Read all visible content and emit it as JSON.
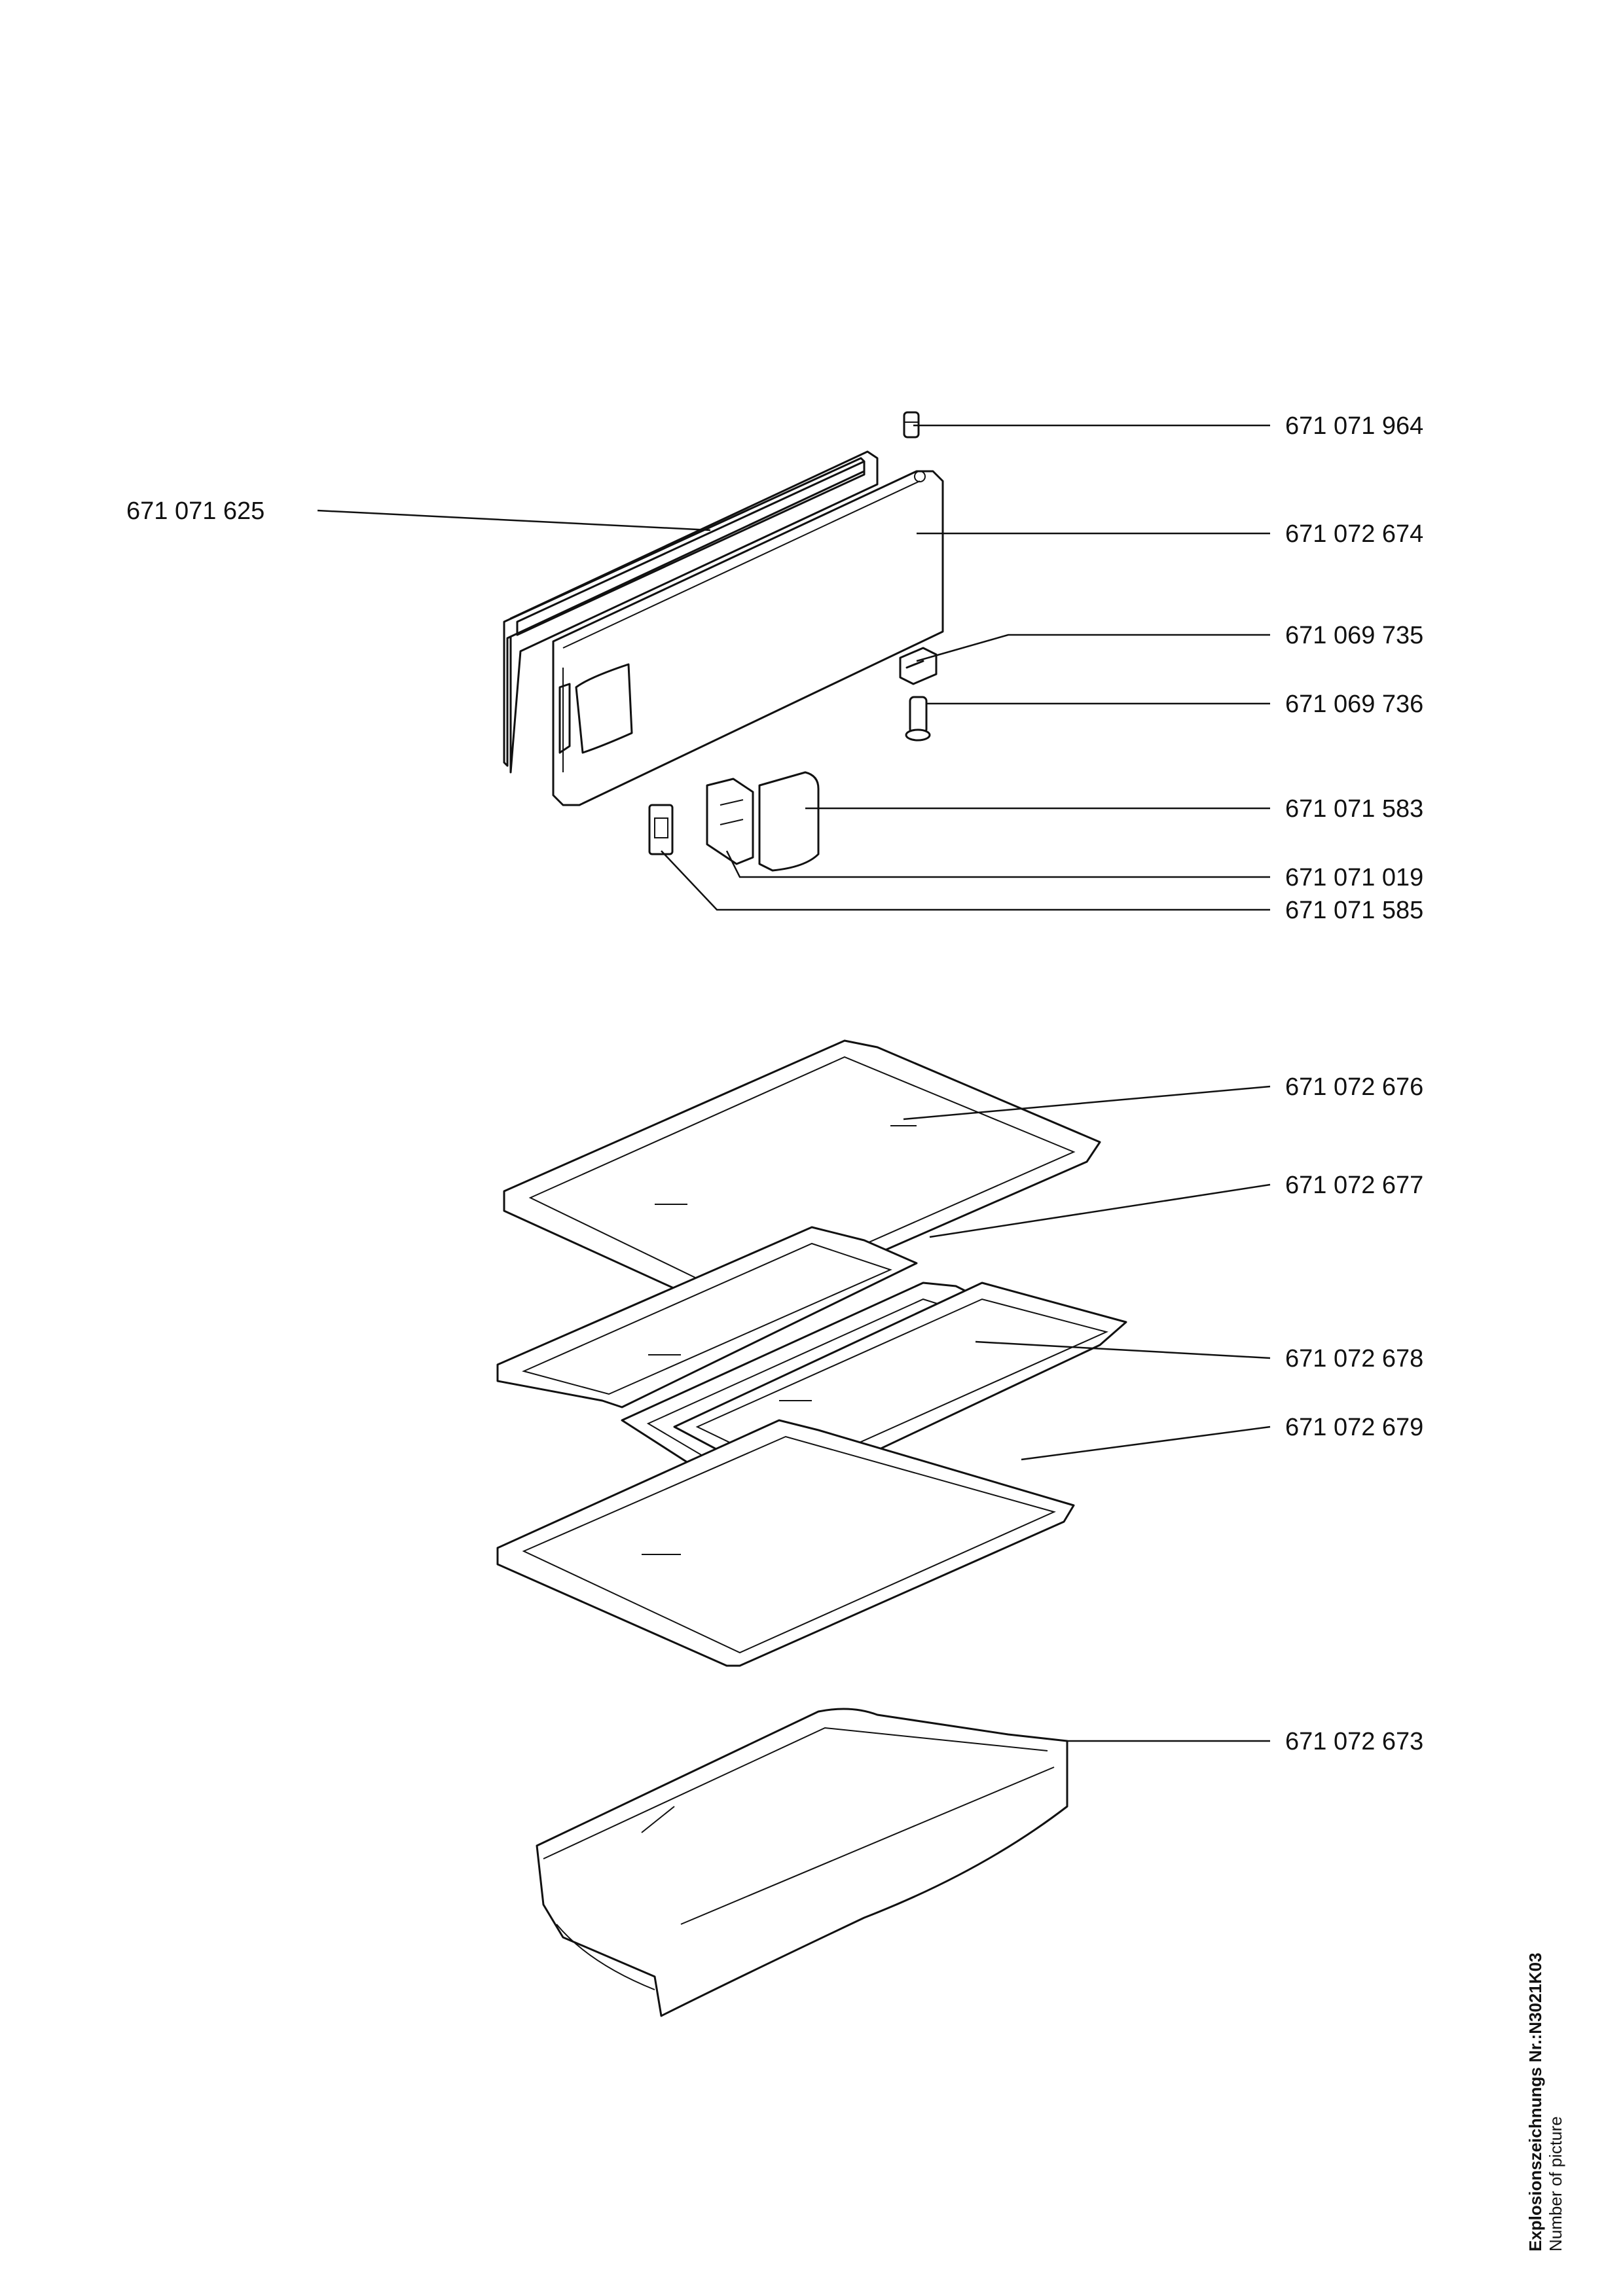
{
  "labels": [
    {
      "id": "l01",
      "text": "671 071 964"
    },
    {
      "id": "l02",
      "text": "671 071 625"
    },
    {
      "id": "l03",
      "text": "671 072 674"
    },
    {
      "id": "l04",
      "text": "671 069 735"
    },
    {
      "id": "l05",
      "text": "671 069 736"
    },
    {
      "id": "l06",
      "text": "671 071 583"
    },
    {
      "id": "l07",
      "text": "671 071 019"
    },
    {
      "id": "l08",
      "text": "671 071 585"
    },
    {
      "id": "l09",
      "text": "671 072 676"
    },
    {
      "id": "l10",
      "text": "671 072 677"
    },
    {
      "id": "l11",
      "text": "671 072 678"
    },
    {
      "id": "l12",
      "text": "671 072 679"
    },
    {
      "id": "l13",
      "text": "671 072 673"
    }
  ],
  "caption": {
    "title": "Explosionszeichnungs Nr.:N3021K03",
    "subtitle": "Number of picture"
  }
}
